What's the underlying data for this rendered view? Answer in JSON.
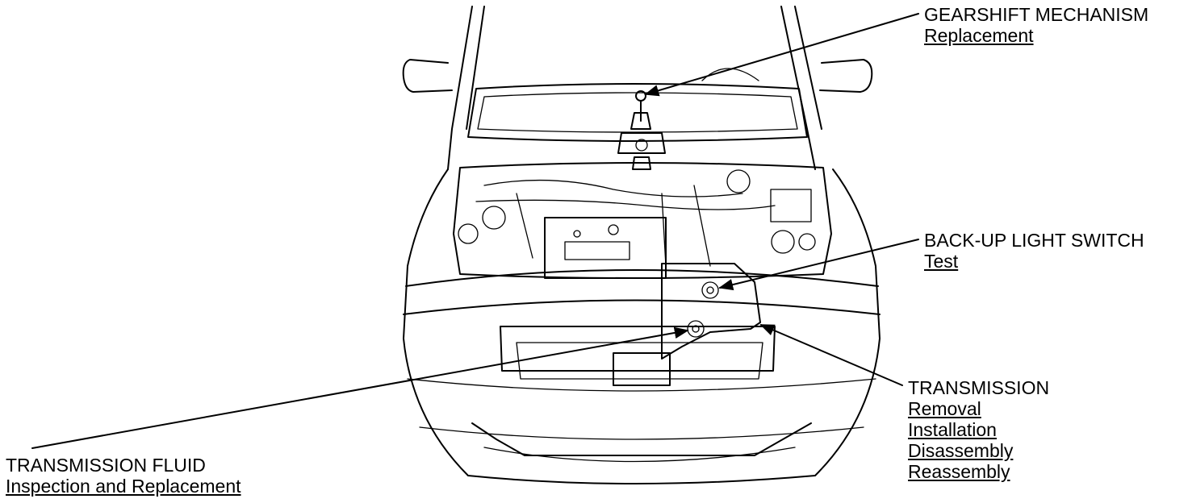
{
  "callouts": {
    "gearshift": {
      "title": "GEARSHIFT MECHANISM",
      "links": [
        "Replacement"
      ]
    },
    "backup_switch": {
      "title": "BACK-UP LIGHT SWITCH",
      "links": [
        "Test"
      ]
    },
    "transmission": {
      "title": "TRANSMISSION",
      "links": [
        "Removal",
        "Installation",
        "Disassembly",
        "Reassembly"
      ]
    },
    "fluid": {
      "title": "TRANSMISSION FLUID",
      "links": [
        "Inspection and Replacement"
      ]
    }
  }
}
